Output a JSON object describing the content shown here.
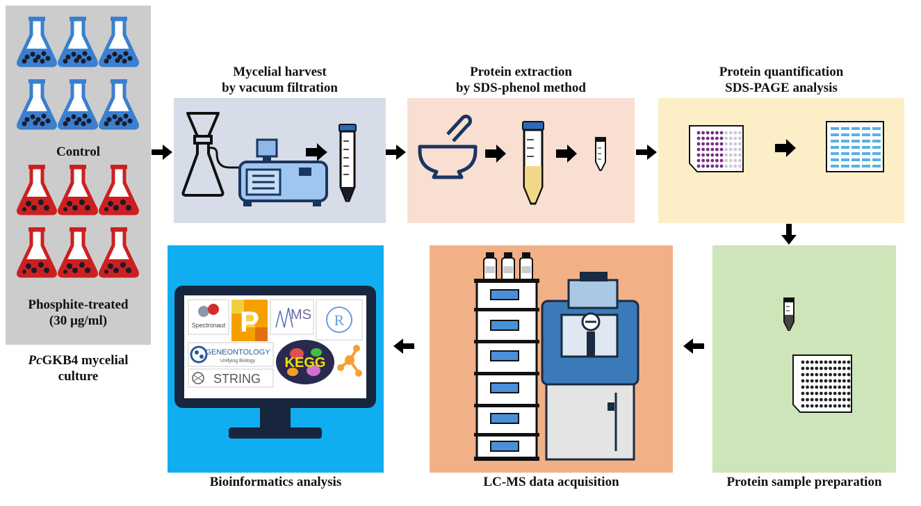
{
  "culture": {
    "control_label": "Control",
    "treated_label": "Phosphite-treated",
    "treated_conc": "(30 µg/ml)",
    "caption_italic": "Pc",
    "caption_rest": "GKB4 mycelial",
    "caption_line2": "culture",
    "control_color": "#3a7fd0",
    "treated_color": "#cc2020"
  },
  "steps": {
    "harvest": {
      "line1": "Mycelial harvest",
      "line2": "by vacuum filtration"
    },
    "extraction": {
      "line1": "Protein extraction",
      "line2": "by SDS-phenol method"
    },
    "quantification": {
      "line1": "Protein quantification",
      "line2": "SDS-PAGE analysis"
    },
    "sample_prep": {
      "label": "Protein sample preparation"
    },
    "lcms": {
      "label": "LC-MS data acquisition"
    },
    "bioinformatics": {
      "label": "Bioinformatics analysis"
    }
  },
  "software": {
    "spectronaut": "Spectronaut",
    "r": "R",
    "ms": "MS",
    "gene_ontology": "GENEONTOLOGY",
    "gene_ontology_sub": "Unifying Biology",
    "kegg": "KEGG",
    "string": "STRING",
    "p": "P"
  },
  "colors": {
    "culture_bg": "#cccccc",
    "harvest_bg": "#d6dce8",
    "extraction_bg": "#f9dfd2",
    "quantification_bg": "#fcefc8",
    "sample_prep_bg": "#cde5b8",
    "lcms_bg": "#f2b087",
    "bioinfo_bg": "#10aef0"
  }
}
